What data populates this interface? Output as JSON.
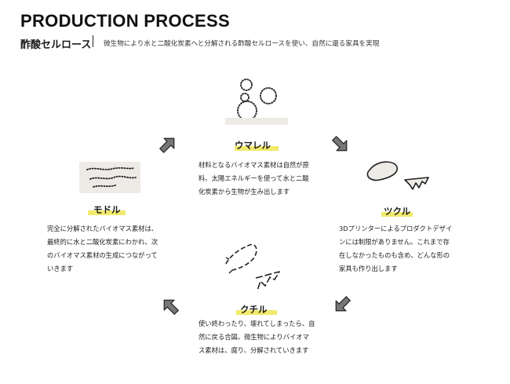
{
  "header": {
    "title": "PRODUCTION PROCESS",
    "subtitle": "酢酸セルロース",
    "tagline": "微生物により水と二酸化炭素へと分解される酢酸セルロースを使い、自然に還る家具を実現"
  },
  "stages": {
    "umareru": {
      "label": "ウマレル",
      "lines": [
        "材料となるバイオマス素材は自然が原",
        "料。太陽エネルギーを使って水と二酸",
        "化炭素から生物が生み出します"
      ]
    },
    "tsukuru": {
      "label": "ツクル",
      "lines": [
        "3Dプリンターによるプロダクトデザイ",
        "ンには制限がありません。これまで存",
        "在しなかったものも含め、どんな形の",
        "家具も作り出します"
      ]
    },
    "kuchiru": {
      "label": "クチル",
      "lines": [
        "使い終わったり、壊れてしまったら、自",
        "然に戻る合図。微生物によりバイオマ",
        "ス素材は、腐り、分解されていきます"
      ]
    },
    "modoru": {
      "label": "モドル",
      "lines": [
        "完全に分解されたバイオマス素材は、",
        "最終的に水と二酸化炭素にわかれ、次",
        "のバイオマス素材の生成につながって",
        "いきます"
      ]
    }
  },
  "colors": {
    "highlight": "#f1ea6b",
    "arrow": "#777777",
    "pad": "#eeebe7",
    "text": "#1a1a1a"
  },
  "icons": [
    "arrow-up-right-icon",
    "arrow-down-right-icon",
    "arrow-down-left-icon",
    "arrow-up-left-icon"
  ]
}
